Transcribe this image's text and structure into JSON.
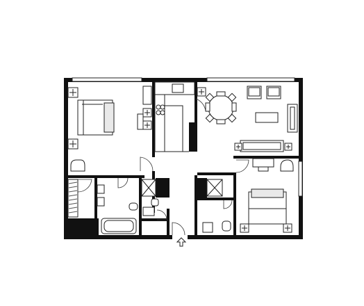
{
  "plan": {
    "rooms": [
      {
        "id": "bedroom-left"
      },
      {
        "id": "kitchen"
      },
      {
        "id": "living-dining"
      },
      {
        "id": "hallway"
      },
      {
        "id": "wardrobe-left"
      },
      {
        "id": "bathroom-left"
      },
      {
        "id": "wc"
      },
      {
        "id": "bathroom-right"
      },
      {
        "id": "bedroom-right"
      }
    ],
    "colors": {
      "wall": "#111111",
      "line": "#222222",
      "fill": "#e9e9e9",
      "background": "#ffffff"
    },
    "icons": [
      "entrance-arrow-icon",
      "lamp-icon",
      "door-swing-icon"
    ]
  }
}
